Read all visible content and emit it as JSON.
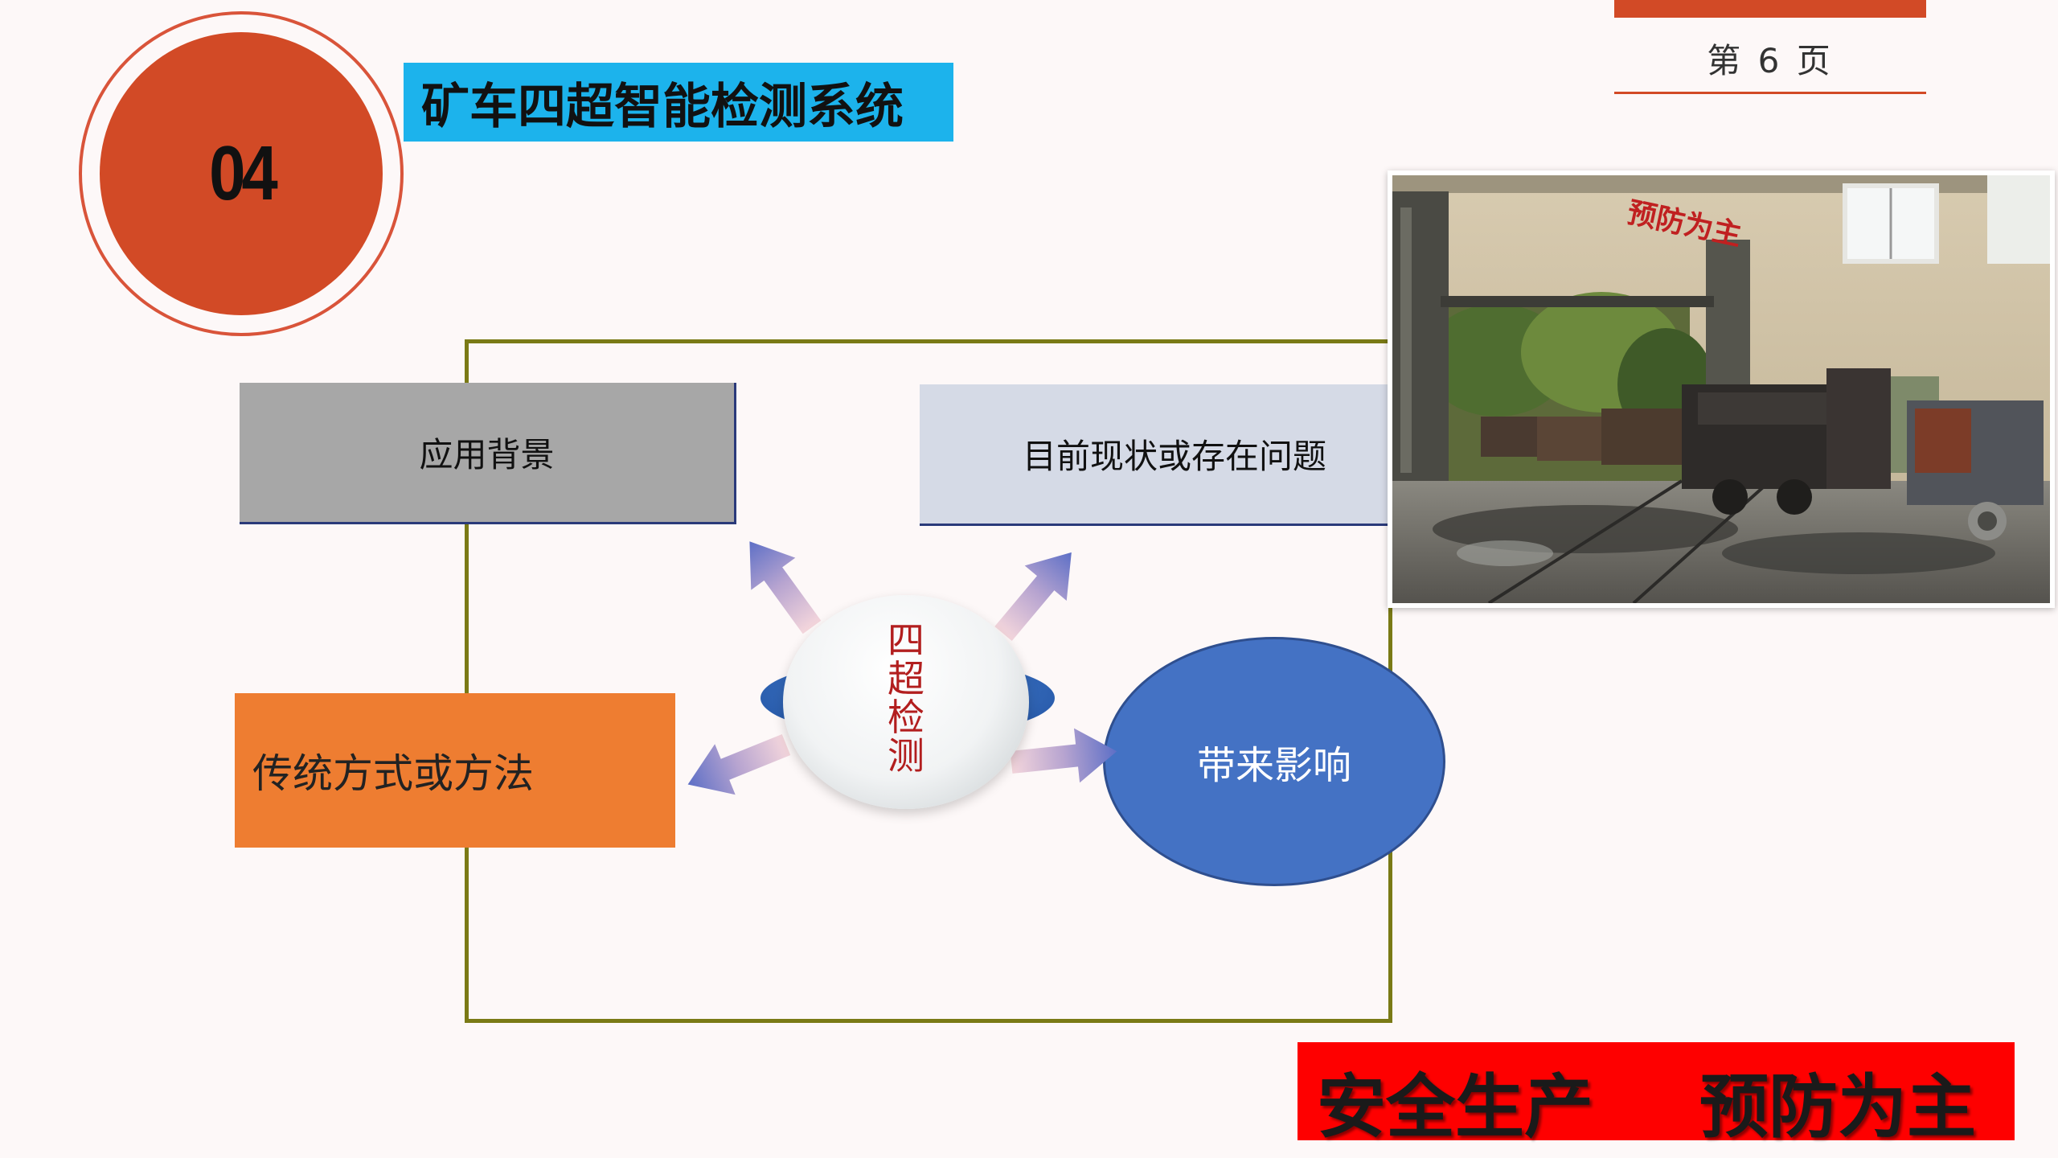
{
  "section": {
    "number": "04"
  },
  "title": "矿车四超智能检测系统",
  "page_indicator": "第 6 页",
  "diagram": {
    "top_left": "应用背景",
    "top_right": "目前现状或存在问题",
    "bottom_left": "传统方式或方法",
    "bottom_right": "带来影响",
    "center": "四\n超\n检\n测"
  },
  "photo_sign": "预防为主",
  "slogan": {
    "left": "安全生产",
    "right": "预防为主"
  },
  "colors": {
    "accent_red": "#d24a26",
    "title_blue": "#1cb3ec",
    "orange": "#ee7d31",
    "ellipse_blue": "#4472c4",
    "slogan_red": "#fe0000"
  }
}
